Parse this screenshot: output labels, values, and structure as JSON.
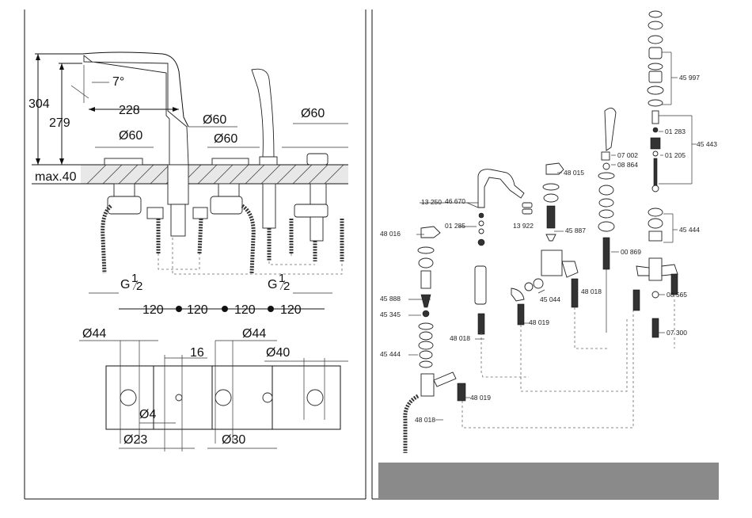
{
  "dimensions_left": {
    "h304": "304",
    "h279": "279",
    "angle": "7°",
    "d228": "228",
    "dia60a": "Ø60",
    "dia60b": "Ø60",
    "dia60c": "Ø60",
    "dia60d": "Ø60",
    "max40": "max.40",
    "g_left": "G",
    "g_right": "G",
    "g_sup": "1",
    "g_sub": "2",
    "s120a": "120",
    "s120b": "120",
    "s120c": "120",
    "s120d": "120",
    "dia44a": "Ø44",
    "dia44b": "Ø44",
    "dia40": "Ø40",
    "d16": "16",
    "dia4": "Ø4",
    "dia23": "Ø23",
    "dia30": "Ø30"
  },
  "part_numbers": {
    "p46670": "46 670",
    "p13250": "13 250",
    "p01285": "01 285",
    "p13922": "13 922",
    "p48016": "48 016",
    "p48015": "48 015",
    "p45887": "45 887",
    "p45888": "45 888",
    "p45345": "45 345",
    "p45444a": "45 444",
    "p48018a": "48 018",
    "p48019a": "48 019",
    "p45044": "45 044",
    "p48018b": "48 018",
    "p48019b": "48 019",
    "p48018c": "48 018",
    "p07002": "07 002",
    "p08864": "08 864",
    "p00869": "00 869",
    "p45997": "45 997",
    "p01283": "01 283",
    "p45443": "45 443",
    "p01205": "01 205",
    "p45444b": "45 444",
    "p08565": "08 565",
    "p07300": "07 300"
  }
}
